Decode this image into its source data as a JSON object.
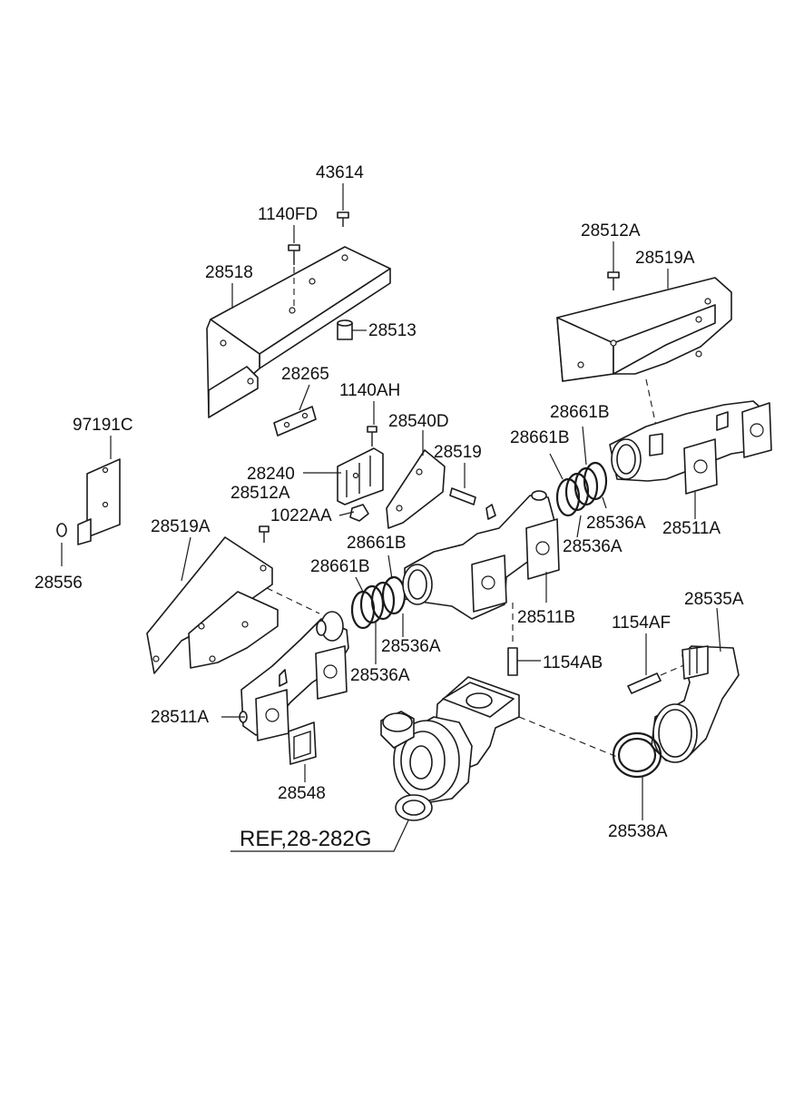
{
  "diagram": {
    "labels": {
      "p43614": "43614",
      "p1140FD": "1140FD",
      "p28518": "28518",
      "p28513": "28513",
      "p28265": "28265",
      "p1140AH": "1140AH",
      "p28540D": "28540D",
      "p97191C": "97191C",
      "p28240": "28240",
      "p28512A_center": "28512A",
      "p1022AA": "1022AA",
      "p28519": "28519",
      "p28556": "28556",
      "p28519A_left": "28519A",
      "p28661B_a": "28661B",
      "p28661B_b": "28661B",
      "p28536A_a": "28536A",
      "p28536A_b": "28536A",
      "p28511A_left": "28511A",
      "p28548": "28548",
      "p28512A_right": "28512A",
      "p28519A_right": "28519A",
      "p28661B_c": "28661B",
      "p28661B_d": "28661B",
      "p28536A_c": "28536A",
      "p28536A_d": "28536A",
      "p28511A_right": "28511A",
      "p28511B": "28511B",
      "p1154AB": "1154AB",
      "p1154AF": "1154AF",
      "p28535A": "28535A",
      "p28538A": "28538A",
      "ref": "REF,28-282G"
    }
  }
}
